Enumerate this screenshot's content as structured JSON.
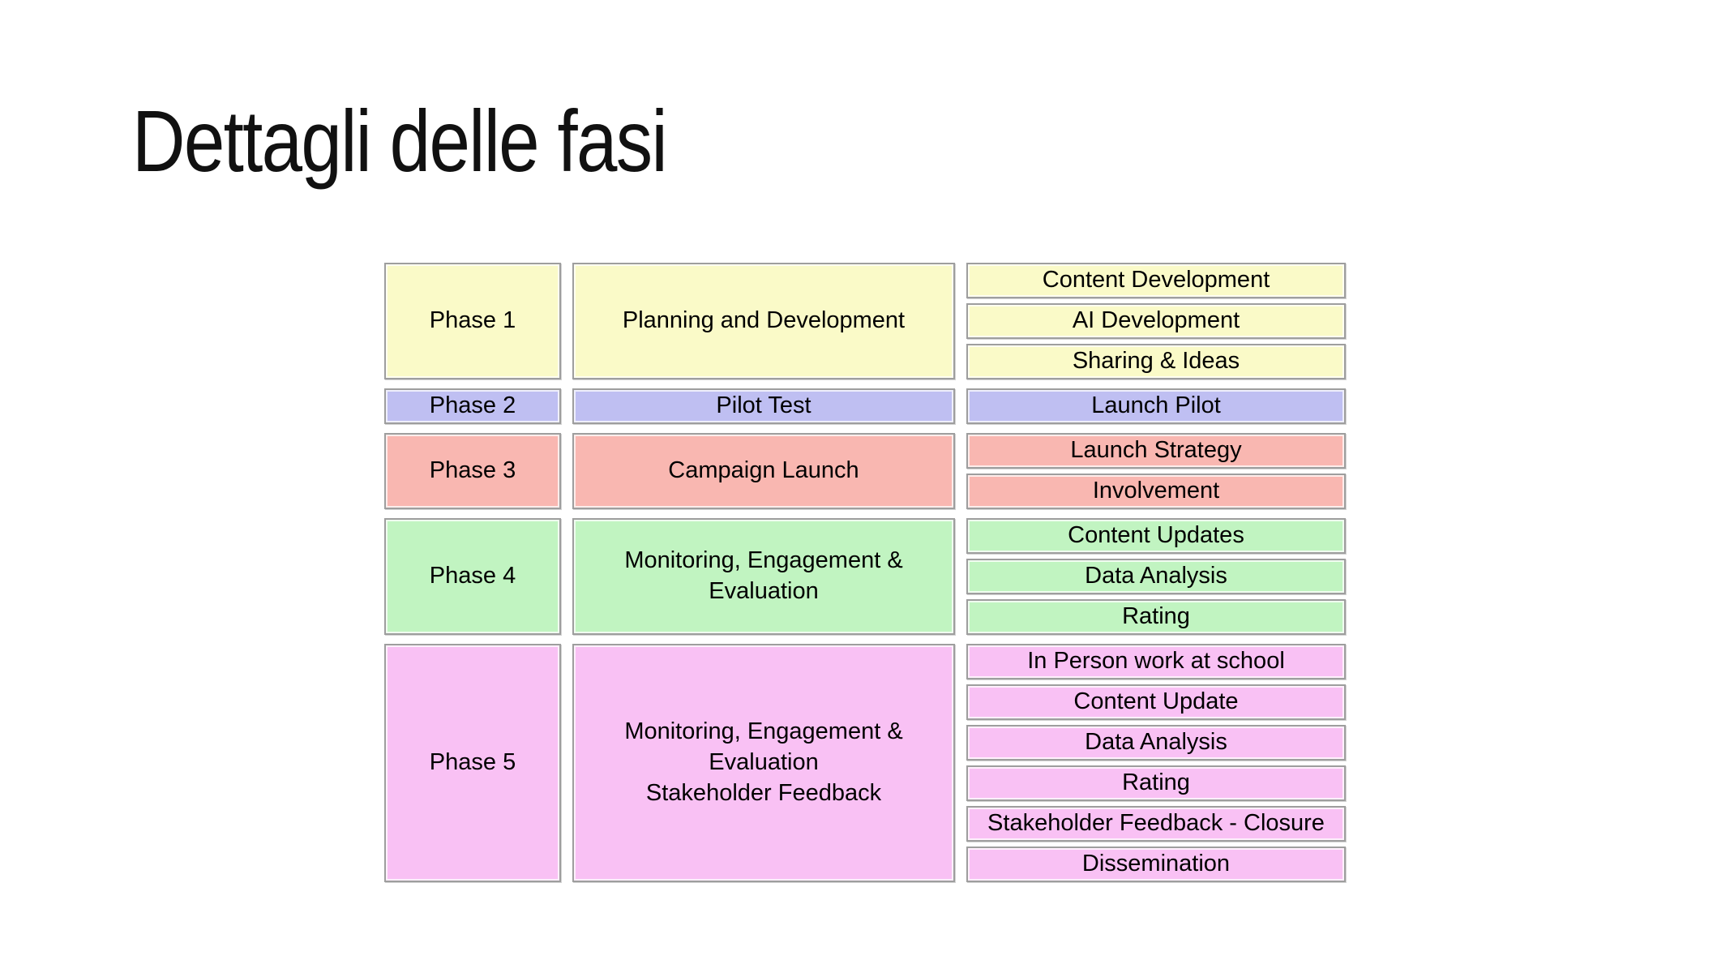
{
  "slide": {
    "title": "Dettagli delle fasi"
  },
  "colors": {
    "phase1_fill": "#FAFAC8",
    "phase2_fill": "#BFBFF2",
    "phase3_fill": "#F9B7B1",
    "phase4_fill": "#C1F4C1",
    "phase5_fill": "#F9C1F4",
    "box_border": "#9E9E9E",
    "text": "#000000",
    "background": "#FFFFFF"
  },
  "phases": [
    {
      "label": "Phase 1",
      "name": "Planning and Development",
      "color": "#FAFAC8",
      "items": [
        "Content Development",
        "AI Development",
        "Sharing & Ideas"
      ]
    },
    {
      "label": "Phase 2",
      "name": "Pilot Test",
      "color": "#BFBFF2",
      "items": [
        "Launch Pilot"
      ]
    },
    {
      "label": "Phase 3",
      "name": "Campaign Launch",
      "color": "#F9B7B1",
      "items": [
        "Launch Strategy",
        "Involvement"
      ]
    },
    {
      "label": "Phase 4",
      "name": "Monitoring, Engagement & Evaluation",
      "color": "#C1F4C1",
      "items": [
        "Content Updates",
        "Data Analysis",
        "Rating"
      ]
    },
    {
      "label": "Phase 5",
      "name": "Monitoring, Engagement & Evaluation\nStakeholder Feedback",
      "color": "#F9C1F4",
      "items": [
        "In Person work at school",
        "Content Update",
        "Data Analysis",
        "Rating",
        "Stakeholder Feedback - Closure",
        "Dissemination"
      ]
    }
  ]
}
